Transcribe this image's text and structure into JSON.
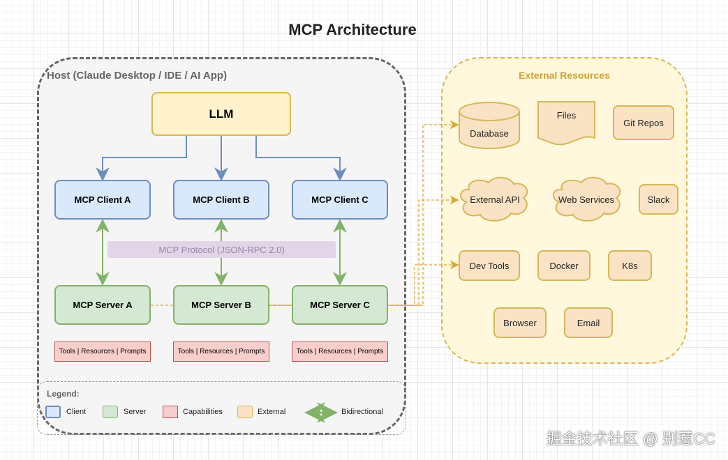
{
  "title": "MCP Architecture",
  "host": {
    "label": "Host (Claude Desktop / IDE / AI App)"
  },
  "llm": "LLM",
  "clients": [
    "MCP Client A",
    "MCP Client B",
    "MCP Client C"
  ],
  "protocol": "MCP Protocol (JSON-RPC 2.0)",
  "servers": [
    "MCP Server A",
    "MCP Server B",
    "MCP Server C"
  ],
  "capabilities": [
    "Tools | Resources | Prompts",
    "Tools | Resources | Prompts",
    "Tools | Resources | Prompts"
  ],
  "external": {
    "label": "External Resources",
    "items": [
      "Database",
      "Files",
      "Git Repos",
      "External API",
      "Web Services",
      "Slack",
      "Dev Tools",
      "Docker",
      "K8s",
      "Browser",
      "Email"
    ]
  },
  "legend": {
    "title": "Legend:",
    "items": [
      "Client",
      "Server",
      "Capabilities",
      "External",
      "Bidirectional"
    ]
  },
  "colors": {
    "client": "#dae8fc",
    "server": "#d5e8d4",
    "capabilities": "#f8cecc",
    "external": "#fae3c4",
    "llm": "#fff2cc",
    "protocol": "#e1d5e7"
  },
  "watermark": "掘金技术社区 @ 别惹CC"
}
